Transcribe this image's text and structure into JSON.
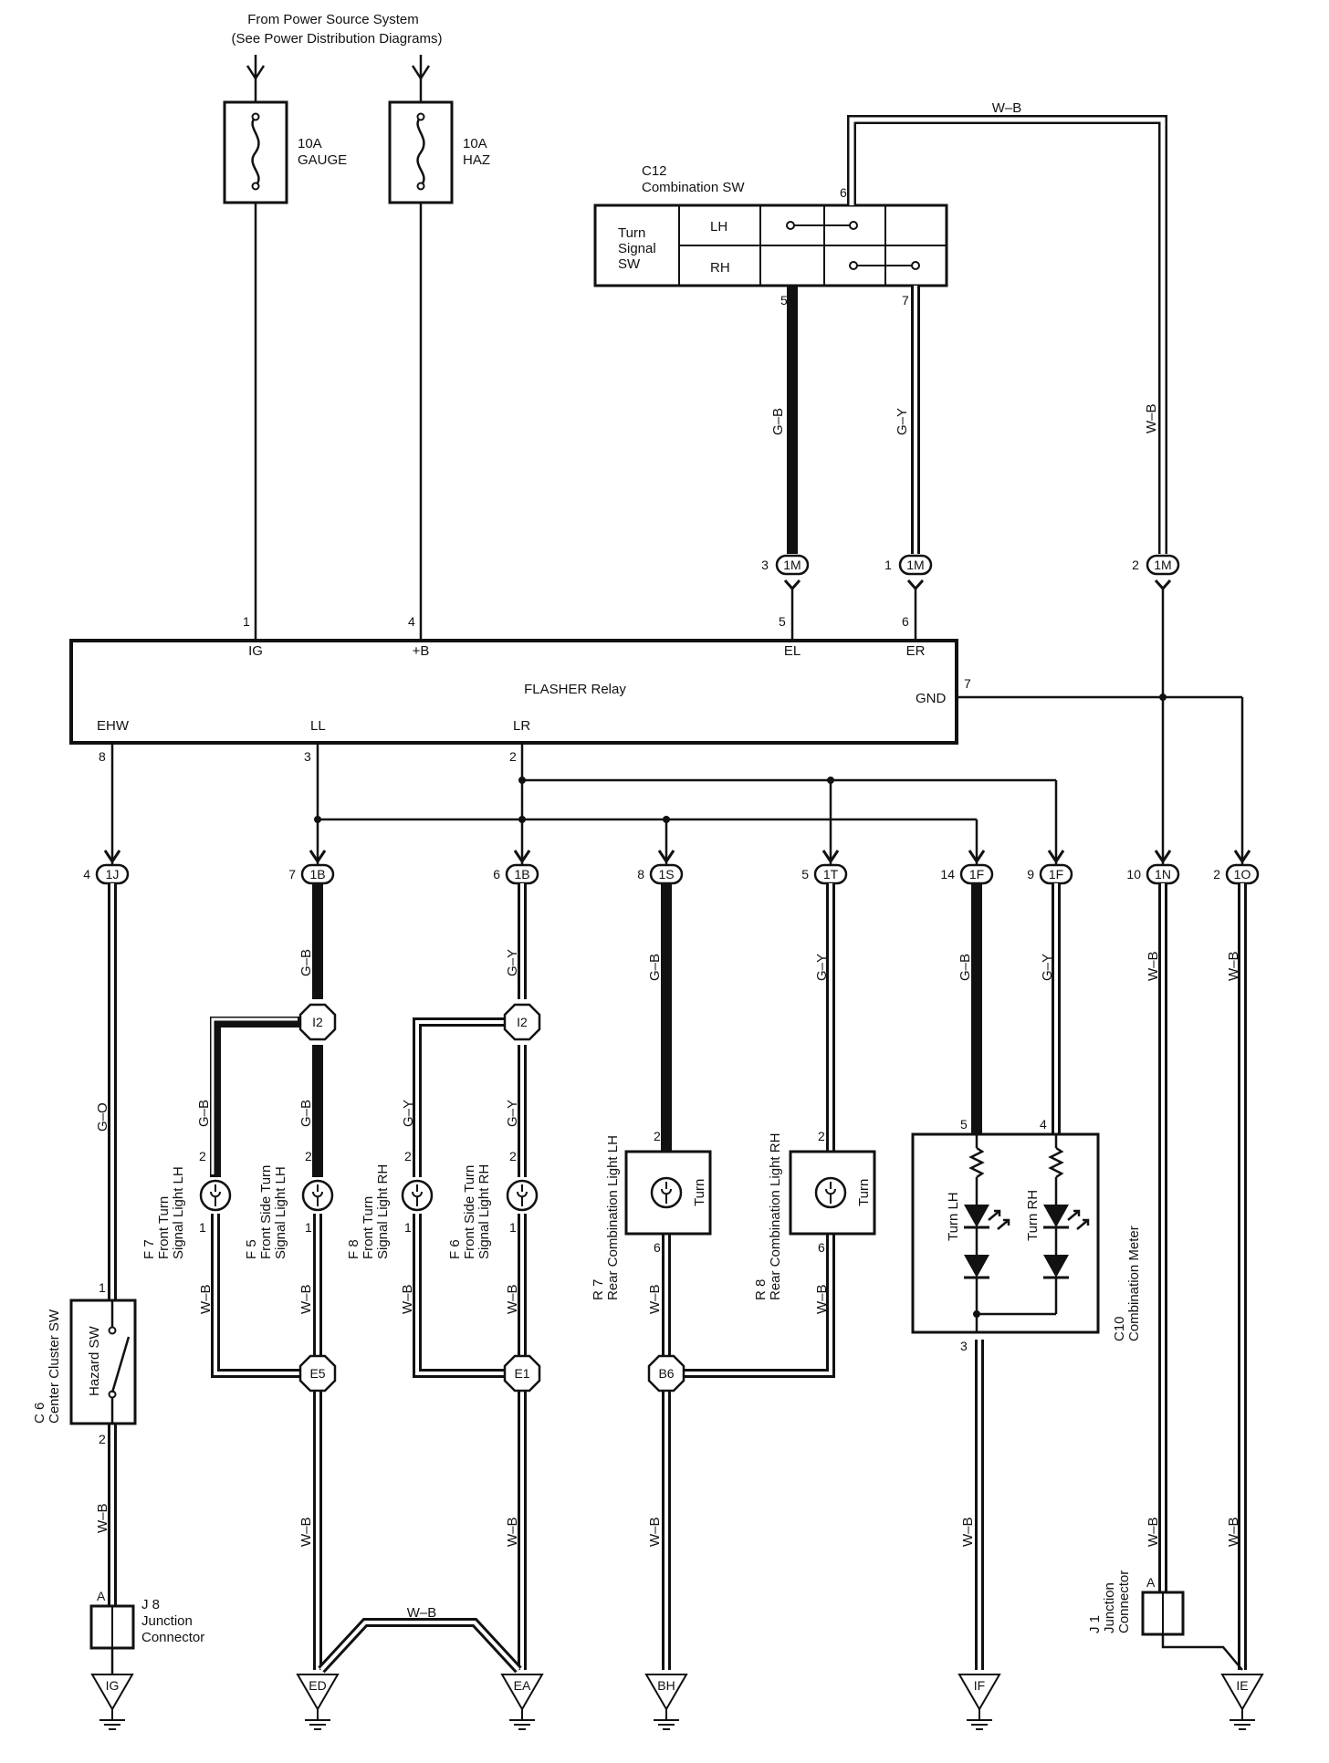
{
  "source": {
    "line1": "From Power Source System",
    "line2": "(See Power Distribution Diagrams)"
  },
  "fuses": [
    {
      "amp": "10A",
      "name": "GAUGE"
    },
    {
      "amp": "10A",
      "name": "HAZ"
    }
  ],
  "combination_sw": {
    "id": "C12",
    "name": "Combination SW",
    "label_lines": [
      "Turn",
      "Signal",
      "SW"
    ],
    "rows": [
      "LH",
      "RH"
    ],
    "pins": {
      "ground": "6",
      "left": "5",
      "right": "7"
    }
  },
  "flasher": {
    "name": "FLASHER Relay",
    "terminals": {
      "ig": "IG",
      "b": "+B",
      "el": "EL",
      "er": "ER",
      "gnd": "GND",
      "ehw": "EHW",
      "ll": "LL",
      "lr": "LR"
    },
    "pins": {
      "ig": "1",
      "b": "4",
      "el": "5",
      "er": "6",
      "gnd": "7",
      "ehw": "8",
      "ll": "3",
      "lr": "2"
    }
  },
  "connectors_top": [
    {
      "pin": "3",
      "code": "1M"
    },
    {
      "pin": "1",
      "code": "1M"
    },
    {
      "pin": "2",
      "code": "1M"
    }
  ],
  "connectors_mid": [
    {
      "pin": "4",
      "code": "1J"
    },
    {
      "pin": "7",
      "code": "1B"
    },
    {
      "pin": "6",
      "code": "1B"
    },
    {
      "pin": "8",
      "code": "1S"
    },
    {
      "pin": "5",
      "code": "1T"
    },
    {
      "pin": "14",
      "code": "1F"
    },
    {
      "pin": "9",
      "code": "1F"
    },
    {
      "pin": "10",
      "code": "1N"
    },
    {
      "pin": "2",
      "code": "1O"
    }
  ],
  "wire_colors": {
    "gb": "G–B",
    "gy": "G–Y",
    "wb": "W–B",
    "go": "G–O"
  },
  "junctions": {
    "i2": "I2",
    "e5": "E5",
    "e1": "E1",
    "b6": "B6"
  },
  "components": {
    "f7": {
      "id": "F 7",
      "line1": "Front Turn",
      "line2": "Signal Light LH"
    },
    "f5": {
      "id": "F 5",
      "line1": "Front Side Turn",
      "line2": "Signal Light LH"
    },
    "f8": {
      "id": "F 8",
      "line1": "Front Turn",
      "line2": "Signal Light RH"
    },
    "f6": {
      "id": "F 6",
      "line1": "Front Side Turn",
      "line2": "Signal Light RH"
    },
    "r7": {
      "id": "R 7",
      "name": "Rear Combination Light LH"
    },
    "r8": {
      "id": "R 8",
      "name": "Rear Combination Light RH"
    },
    "turn": "Turn",
    "c10": {
      "id": "C10",
      "name": "Combination Meter",
      "turn_lh": "Turn LH",
      "turn_rh": "Turn RH"
    },
    "c6": {
      "id": "C 6",
      "name": "Center Cluster SW",
      "switch": "Hazard SW"
    },
    "j8": {
      "id": "J 8",
      "line1": "Junction",
      "line2": "Connector",
      "pin": "A"
    },
    "j1": {
      "id": "J 1",
      "line1": "Junction",
      "line2": "Connector",
      "pin": "A"
    }
  },
  "pins": {
    "p1": "1",
    "p2": "2",
    "p3": "3",
    "p4": "4",
    "p5": "5",
    "p6": "6"
  },
  "grounds": [
    "IG",
    "ED",
    "EA",
    "BH",
    "IF",
    "IE"
  ]
}
